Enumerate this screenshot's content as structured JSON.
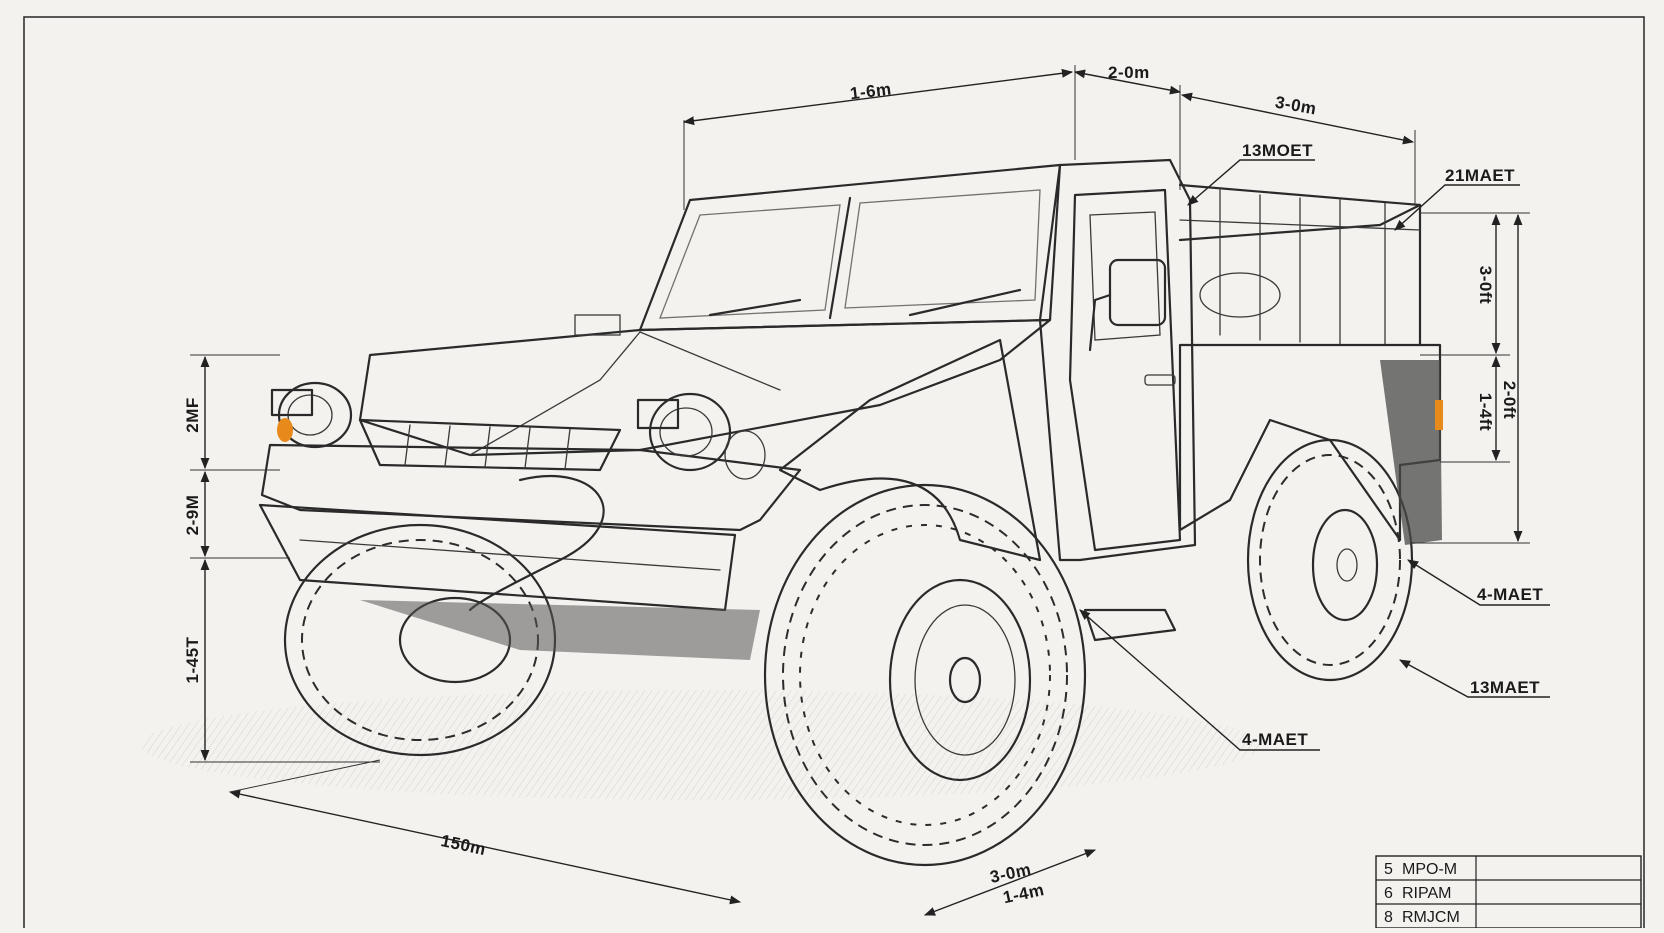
{
  "dimensions": {
    "top_left": "1-6m",
    "top_mid": "2-0m",
    "top_right": "3-0m",
    "left_upper": "2MF",
    "left_mid": "2-9M",
    "left_lower": "1-45T",
    "right_upper": "3-0ft",
    "right_lower_a": "1-4ft",
    "right_lower_b": "2-0ft",
    "bottom_length": "150m",
    "bottom_width_a": "3-0m",
    "bottom_width_b": "1-4m"
  },
  "callouts": {
    "door_pillar": "13MOET",
    "roll_cage": "21MAET",
    "rear_wheel_upper": "4-MAET",
    "rear_wheel_lower": "13MAET",
    "front_wheel": "4-MAET"
  },
  "title_block": {
    "rows": [
      {
        "num": "5",
        "text": "MPO-M"
      },
      {
        "num": "6",
        "text": "RIPAM"
      },
      {
        "num": "8",
        "text": "RMJCM"
      }
    ]
  },
  "accent_colors": {
    "signal_light": "#e8891c",
    "ink": "#2a2a2a",
    "paper": "#f3f2ee"
  }
}
